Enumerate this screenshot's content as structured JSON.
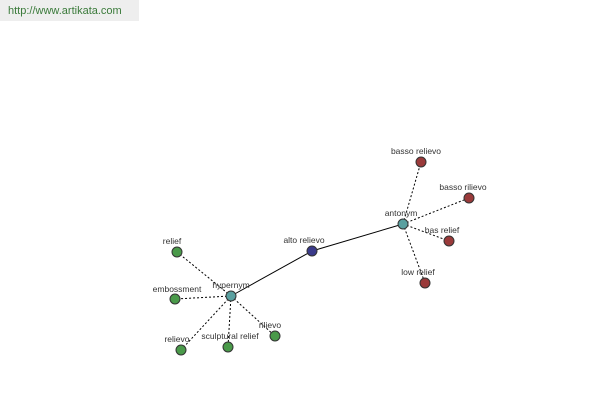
{
  "site_link": {
    "text": "http://www.artikata.com"
  },
  "colors": {
    "center": "#3a3a8a",
    "relation": "#5aa0a0",
    "hypernym_leaf": "#4a9a4a",
    "antonym_leaf": "#9a3a3a",
    "url_text": "#3a7a3a"
  },
  "graph": {
    "nodes": [
      {
        "id": "alto",
        "label": "alto relievo",
        "kind": "center"
      },
      {
        "id": "antonym",
        "label": "antonym",
        "kind": "relation"
      },
      {
        "id": "hypernym",
        "label": "hypernym",
        "kind": "relation"
      },
      {
        "id": "basso_relievo",
        "label": "basso relievo",
        "kind": "antonym_leaf"
      },
      {
        "id": "basso_rilievo",
        "label": "basso rilievo",
        "kind": "antonym_leaf"
      },
      {
        "id": "bas_relief",
        "label": "bas relief",
        "kind": "antonym_leaf"
      },
      {
        "id": "low_relief",
        "label": "low relief",
        "kind": "antonym_leaf"
      },
      {
        "id": "relief",
        "label": "relief",
        "kind": "hypernym_leaf"
      },
      {
        "id": "embossment",
        "label": "embossment",
        "kind": "hypernym_leaf"
      },
      {
        "id": "relievo",
        "label": "relievo",
        "kind": "hypernym_leaf"
      },
      {
        "id": "sculptural_relief",
        "label": "sculptural relief",
        "kind": "hypernym_leaf"
      },
      {
        "id": "rilievo",
        "label": "rilievo",
        "kind": "hypernym_leaf"
      }
    ],
    "edges": [
      {
        "from": "alto",
        "to": "antonym",
        "style": "solid"
      },
      {
        "from": "alto",
        "to": "hypernym",
        "style": "solid"
      },
      {
        "from": "antonym",
        "to": "basso_relievo",
        "style": "dashed"
      },
      {
        "from": "antonym",
        "to": "basso_rilievo",
        "style": "dashed"
      },
      {
        "from": "antonym",
        "to": "bas_relief",
        "style": "dashed"
      },
      {
        "from": "antonym",
        "to": "low_relief",
        "style": "dashed"
      },
      {
        "from": "hypernym",
        "to": "relief",
        "style": "dashed"
      },
      {
        "from": "hypernym",
        "to": "embossment",
        "style": "dashed"
      },
      {
        "from": "hypernym",
        "to": "relievo",
        "style": "dashed"
      },
      {
        "from": "hypernym",
        "to": "sculptural_relief",
        "style": "dashed"
      },
      {
        "from": "hypernym",
        "to": "rilievo",
        "style": "dashed"
      }
    ]
  }
}
